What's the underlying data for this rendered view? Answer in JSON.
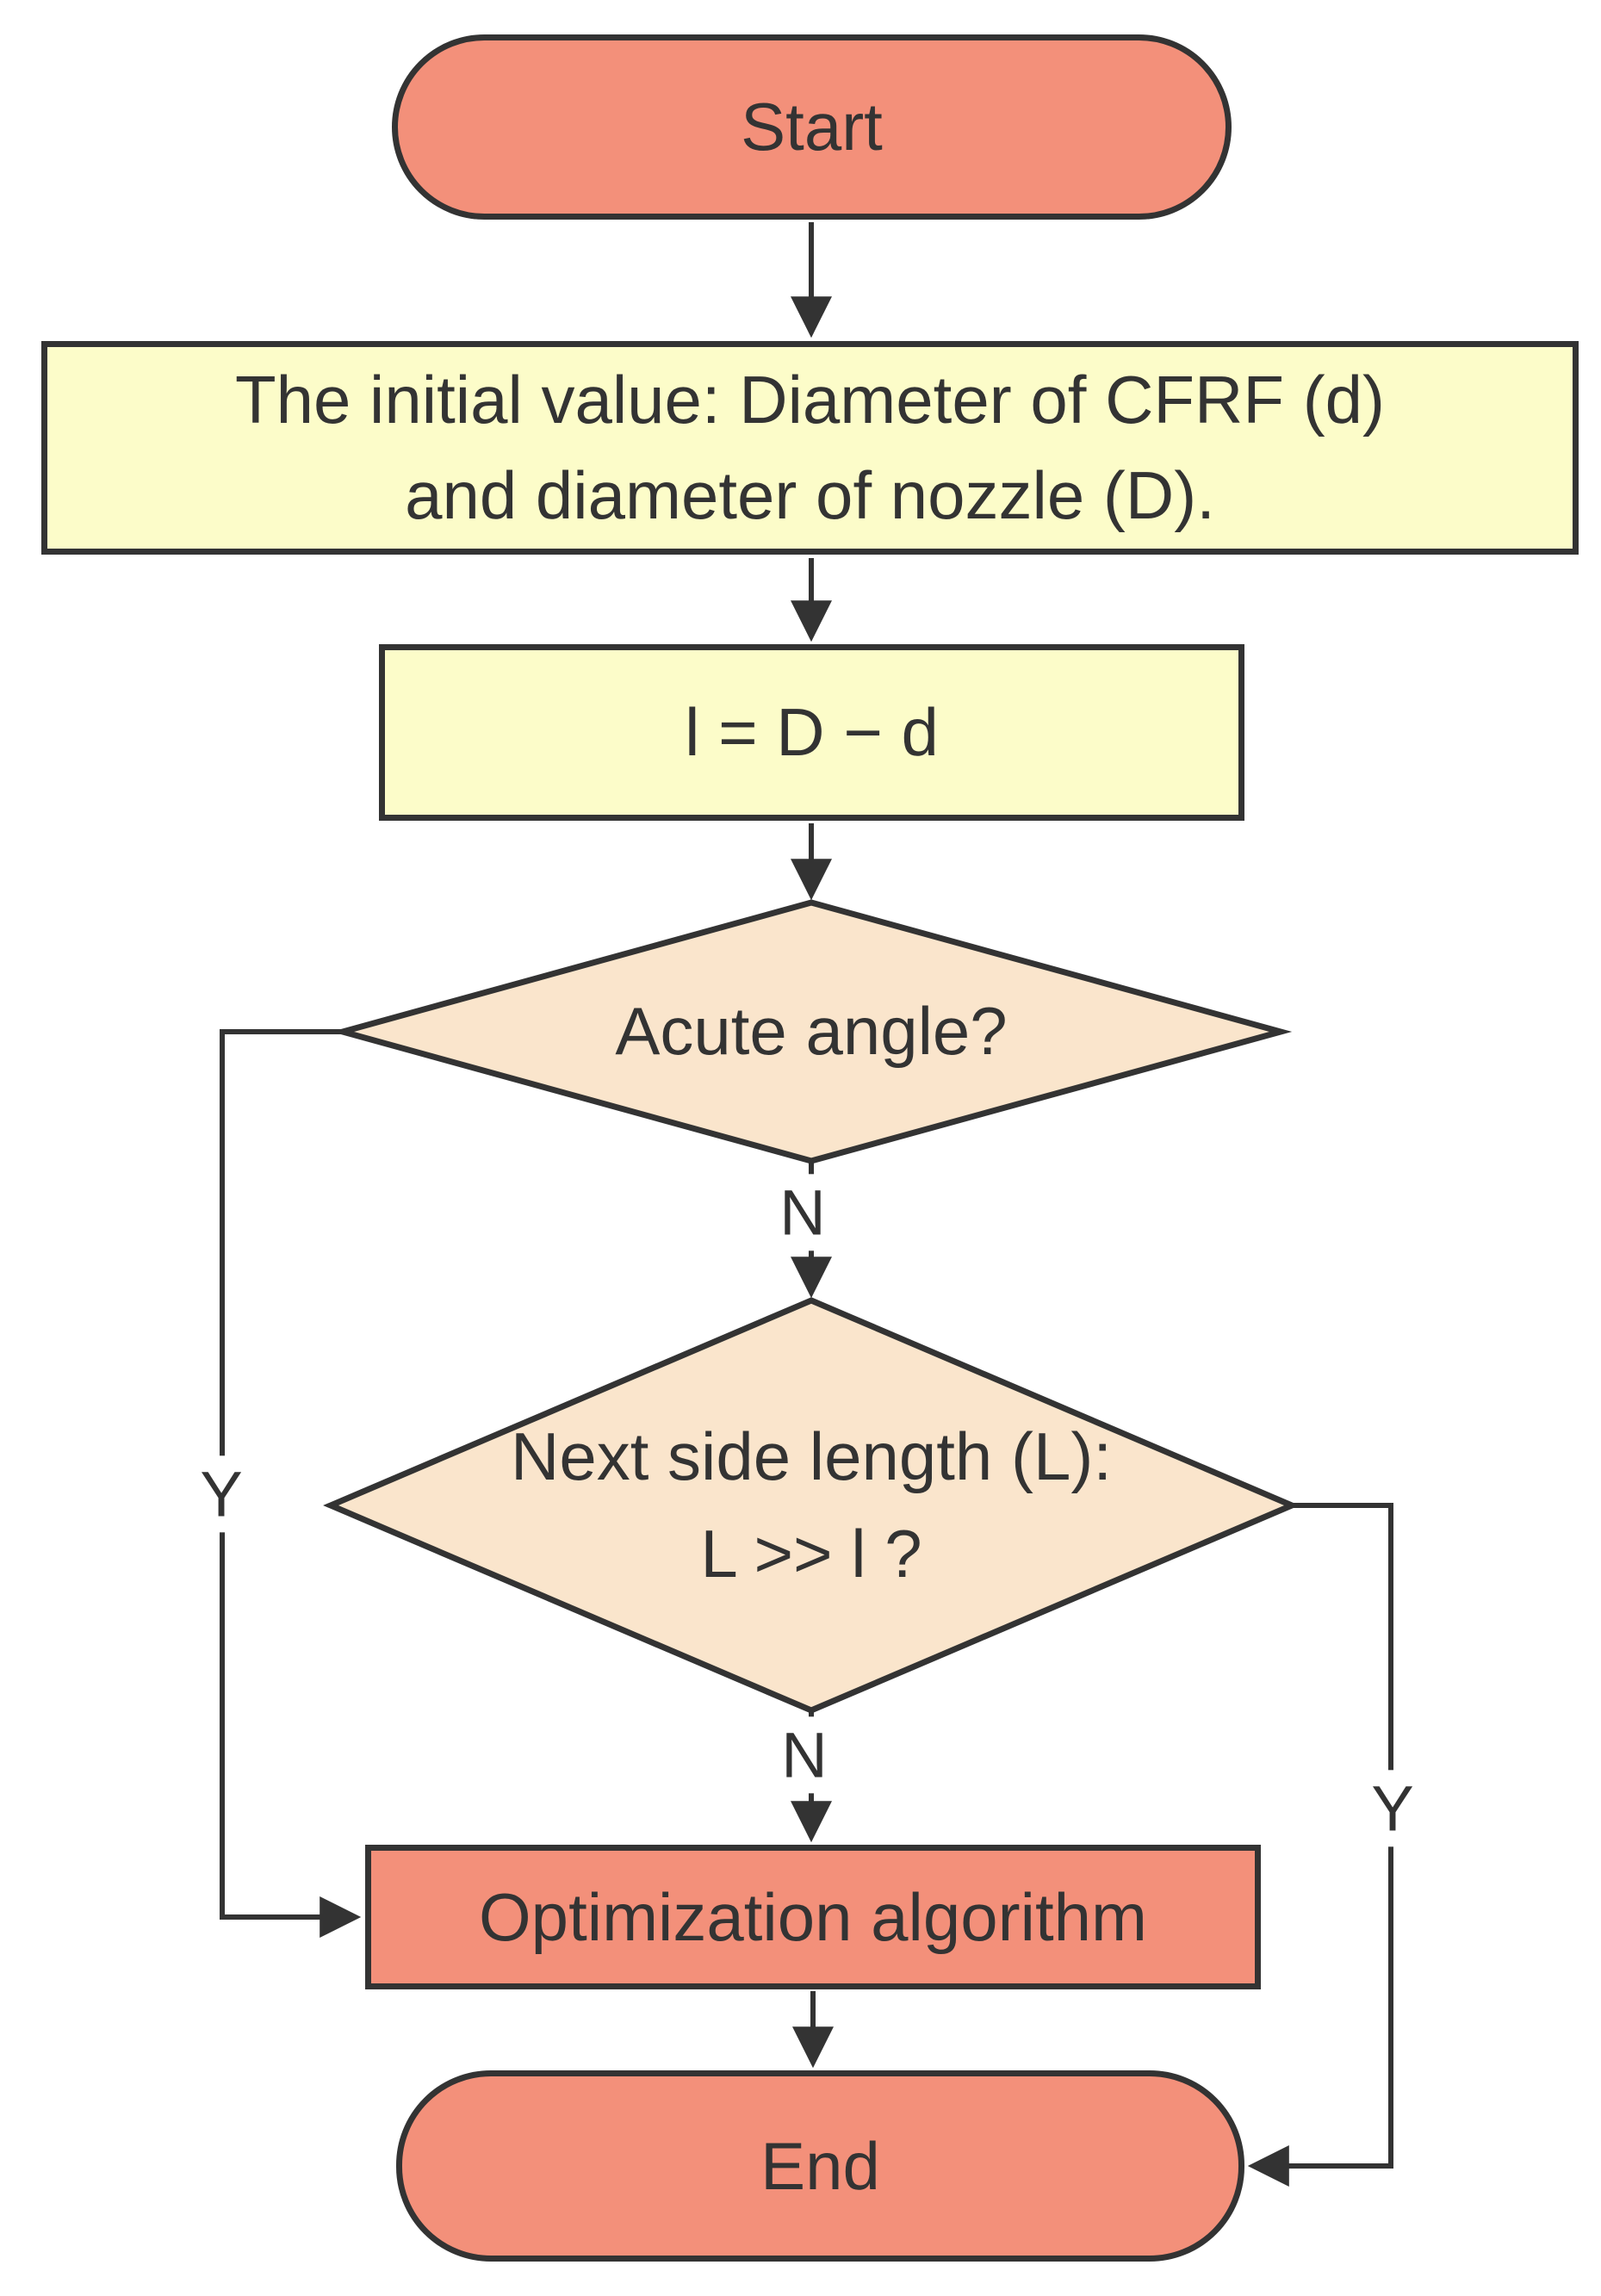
{
  "diagram": {
    "type": "flowchart",
    "colors": {
      "terminator_fill": "#f3907a",
      "process_fill": "#f3907a",
      "data_fill": "#fcfcc9",
      "decision_fill": "#fae5cc",
      "stroke": "#333333",
      "text": "#333333",
      "label_bg": "#ffffff",
      "background": "#ffffff"
    },
    "nodes": {
      "start": {
        "type": "terminator",
        "label": "Start"
      },
      "init": {
        "type": "process",
        "lines": [
          "The initial value: Diameter of CFRF (d)",
          "and diameter of nozzle (D)."
        ]
      },
      "formula": {
        "type": "process",
        "label": "l = D − d"
      },
      "decision1": {
        "type": "decision",
        "label": "Acute angle?"
      },
      "decision2": {
        "type": "decision",
        "lines": [
          "Next side length (L):",
          "L >> l ?"
        ]
      },
      "optimization": {
        "type": "process",
        "label": "Optimization algorithm"
      },
      "end": {
        "type": "terminator",
        "label": "End"
      }
    },
    "edge_labels": {
      "decision1_no": "N",
      "decision1_yes": "Y",
      "decision2_no": "N",
      "decision2_yes": "Y"
    }
  }
}
